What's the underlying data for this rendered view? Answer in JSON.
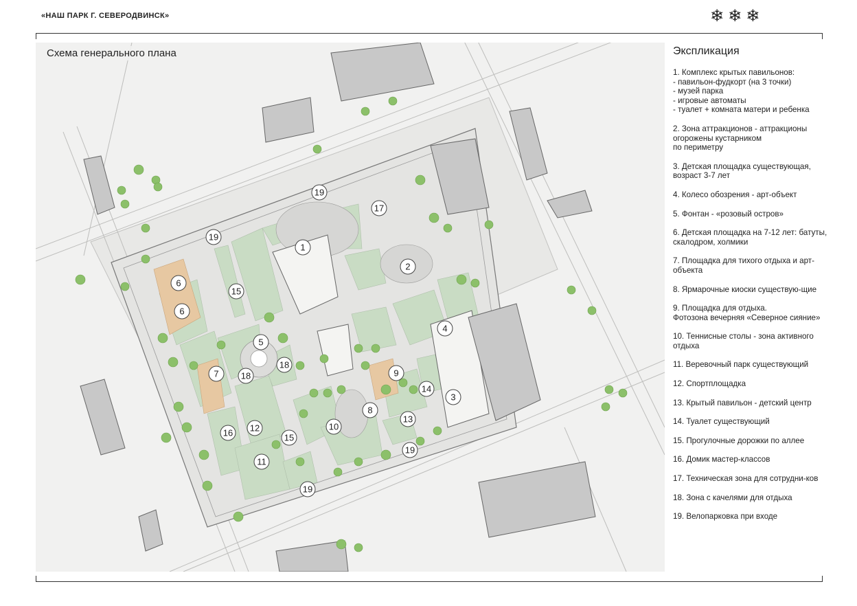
{
  "header": {
    "title": "«НАШ ПАРК Г. СЕВЕРОДВИНСК»",
    "decor": [
      "❄",
      "❄",
      "❄"
    ]
  },
  "map": {
    "title": "Схема генерального плана",
    "colors": {
      "background": "#f1f1f0",
      "lawn": "#c9dcc4",
      "paving": "#e4e4e2",
      "building": "#c8c8c8",
      "tree": "#8cc06a",
      "playground": "#e7c8a2"
    },
    "markers": [
      {
        "id": "1",
        "label": "1"
      },
      {
        "id": "2",
        "label": "2"
      },
      {
        "id": "3",
        "label": "3"
      },
      {
        "id": "4",
        "label": "4"
      },
      {
        "id": "5",
        "label": "5"
      },
      {
        "id": "6a",
        "label": "6"
      },
      {
        "id": "6b",
        "label": "6"
      },
      {
        "id": "7",
        "label": "7"
      },
      {
        "id": "8",
        "label": "8"
      },
      {
        "id": "9",
        "label": "9"
      },
      {
        "id": "10",
        "label": "10"
      },
      {
        "id": "11",
        "label": "11"
      },
      {
        "id": "12",
        "label": "12"
      },
      {
        "id": "13",
        "label": "13"
      },
      {
        "id": "14",
        "label": "14"
      },
      {
        "id": "15a",
        "label": "15"
      },
      {
        "id": "15b",
        "label": "15"
      },
      {
        "id": "16",
        "label": "16"
      },
      {
        "id": "17",
        "label": "17"
      },
      {
        "id": "18a",
        "label": "18"
      },
      {
        "id": "18b",
        "label": "18"
      },
      {
        "id": "19a",
        "label": "19"
      },
      {
        "id": "19b",
        "label": "19"
      },
      {
        "id": "19c",
        "label": "19"
      },
      {
        "id": "19d",
        "label": "19"
      }
    ]
  },
  "legend": {
    "title": "Экспликация",
    "items": [
      "1. Комплекс крытых павильонов:\n- павильон-фудкорт (на 3 точки)\n- музей парка\n- игровые автоматы\n- туалет + комната матери и ребенка",
      "2. Зона аттракционов - аттракционы огорожены кустарником\nпо периметру",
      "3. Детская площадка существующая, возраст 3-7 лет",
      "4. Колесо обозрения - арт-объект",
      "5. Фонтан - «розовый остров»",
      "6. Детская площадка на 7-12 лет: батуты, скалодром, холмики",
      "7. Площадка для тихого отдыха и арт-объекта",
      "8. Ярмарочные киоски существую-щие",
      "9. Площадка для отдыха.\n    Фотозона вечерняя «Северное сияние»",
      "10. Теннисные столы - зона активного отдыха",
      "11.  Веревочный парк существующий",
      "12. Спортплощадка",
      "13. Крытый павильон - детский центр",
      "14. Туалет существующий",
      "15. Прогулочные дорожки по аллее",
      "16. Домик мастер-классов",
      "17. Техническая зона для сотрудни-ков",
      "18. Зона с качелями для отдыха",
      "19. Велопарковка при входе"
    ]
  }
}
